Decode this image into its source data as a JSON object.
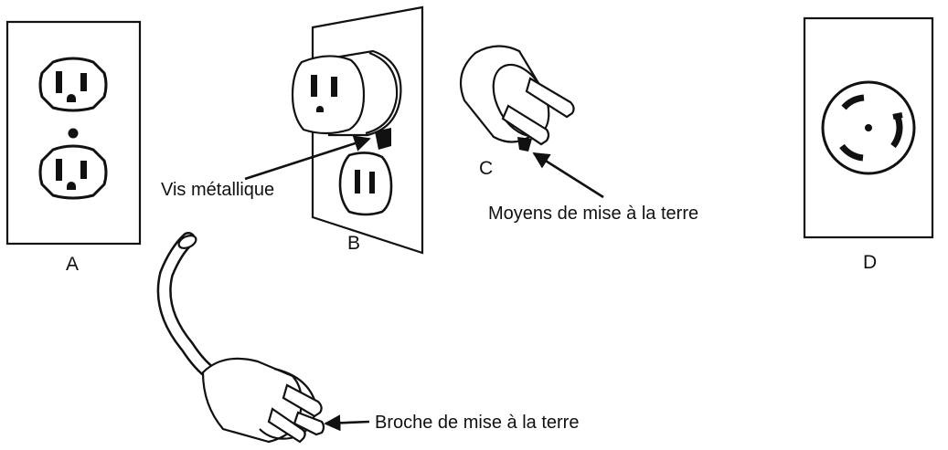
{
  "figure": {
    "labels": {
      "a": "A",
      "b": "B",
      "c": "C",
      "d": "D"
    },
    "annotations": {
      "metal_screw": "Vis métallique",
      "grounding_means": "Moyens de mise à la terre",
      "grounding_pin": "Broche de mise à la terre"
    },
    "colors": {
      "ink": "#111111",
      "paper": "#ffffff"
    },
    "icons": [
      "duplex-outlet-icon",
      "outlet-adapter-icon",
      "two-prong-plug-icon",
      "twist-lock-outlet-icon",
      "three-prong-plug-icon",
      "arrow-icon"
    ]
  }
}
